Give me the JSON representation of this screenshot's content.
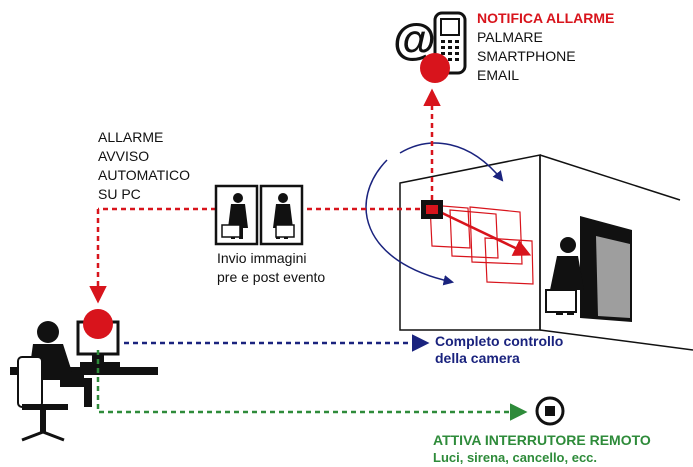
{
  "notifica": {
    "title": "NOTIFICA ALLARME",
    "items": [
      "PALMARE",
      "SMARTPHONE",
      "EMAIL"
    ]
  },
  "allarme_pc": {
    "lines": [
      "ALLARME",
      "AVVISO",
      "AUTOMATICO",
      "SU PC"
    ]
  },
  "invio": {
    "lines": [
      "Invio immagini",
      "pre e post evento"
    ]
  },
  "camera": {
    "lines": [
      "Completo controllo",
      "della camera"
    ]
  },
  "interruttore": {
    "title": "ATTIVA INTERRUTORE REMOTO",
    "sub": "Luci, sirena, cancello, ecc."
  },
  "email_symbol": "@",
  "colors": {
    "alarm_red": "#d8141c",
    "camera_blue": "#1a237e",
    "switch_green": "#2e8b3a",
    "ink": "#111111"
  }
}
